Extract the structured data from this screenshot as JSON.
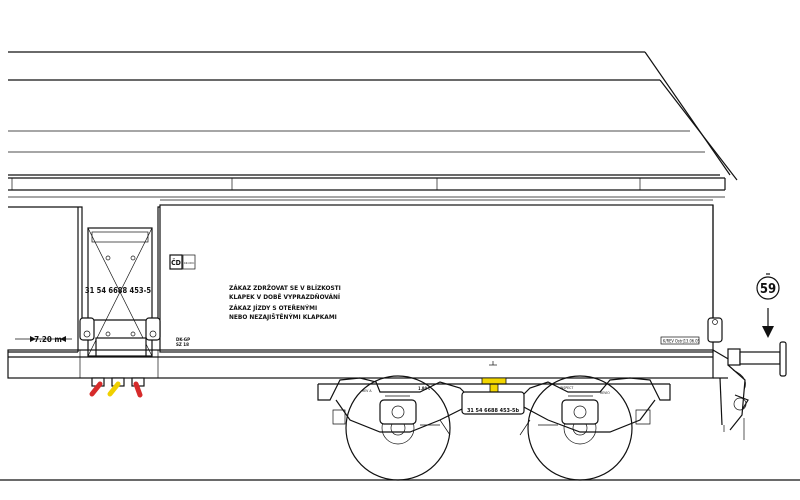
{
  "wagon": {
    "number_left": "31 54 6688 453-5",
    "number_bogie": "31 54 6688 453-5b",
    "operator_mark": "ČD",
    "operator_mark_side": "CZ-CDC",
    "warning_line1": "ZÁKAZ ZDRŽOVAT SE  V BLÍZKOSTI",
    "warning_line2": "KLAPEK V DOBĚ VYPRAZDŇOVÁNÍ",
    "warning_line3": "ZÁKAZ JÍZDY S OTEŘENÝMI",
    "warning_line4": "NEBO NEZAJIŠTĚNÝMI KLAPKAMI",
    "small_label1": "DK-GP",
    "small_label2": "SZ 18",
    "revision_label": "K/REV Ostr|13.06.05",
    "bogie_left_label": "REV A",
    "bogie_center_label": "1.80 t",
    "bogie_right_label1": "INSPECT",
    "bogie_right_label2": "REVIO",
    "dimension_label": "7.20 m",
    "callout_number": "59"
  },
  "colors": {
    "line": "#111111",
    "handle_red": "#d62b2b",
    "handle_yellow": "#f0d000",
    "lifting_point": "#f2d600"
  }
}
